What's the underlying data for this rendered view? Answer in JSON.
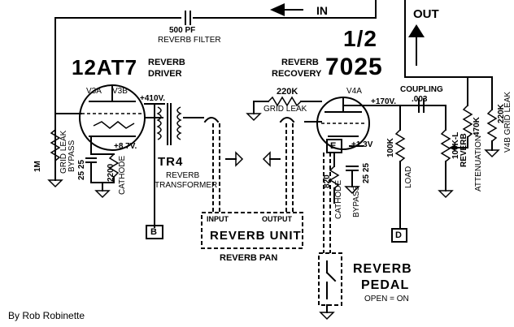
{
  "labels": {
    "in": "IN",
    "out": "OUT",
    "reverb_filter_value": "500 PF",
    "reverb_filter": "REVERB FILTER",
    "tube_12at7": "12AT7",
    "reverb_driver_1": "REVERB",
    "reverb_driver_2": "DRIVER",
    "half": "1/2",
    "tube_7025": "7025",
    "reverb_recovery_1": "REVERB",
    "reverb_recovery_2": "RECOVERY",
    "v3a": "V3A",
    "v3b": "V3B",
    "v4a": "V4A",
    "plus410": "+410V.",
    "plus170": "+170V.",
    "plus87": "+8.7V.",
    "plus13": "+1.3V",
    "res_1m": "1M",
    "grid_leak": "GRID LEAK",
    "cap_25_25": "25 25",
    "bypass": "BYPASS",
    "res_2200": "2200",
    "cathode": "CATHODE",
    "tr4": "TR4",
    "reverb_transformer_1": "REVERB",
    "reverb_transformer_2": "TRANSFORMER",
    "node_b": "B",
    "res_220k": "220K",
    "grid_leak_2": "GRID LEAK",
    "node_e": "E",
    "res_820": "820",
    "cathode_2": "CATHODE",
    "cap_25_25_2": "25 25",
    "bypass_2": "BYPASS",
    "res_100k": "100K",
    "load": "LOAD",
    "node_d": "D",
    "coupling": "COUPLING",
    "cap_003": ".003",
    "pot_100kl": "100K-L",
    "reverb_pot": "REVERB",
    "res_470k": "470K",
    "attenuation": "ATTENUATION",
    "res_220k_2": "220K",
    "v4b_grid_leak": "V4B GRID LEAK",
    "input": "INPUT",
    "output": "OUTPUT",
    "reverb_unit": "REVERB UNIT",
    "reverb_pan": "REVERB PAN",
    "reverb_pedal_1": "REVERB",
    "reverb_pedal_2": "PEDAL",
    "open_on": "OPEN = ON",
    "credit": "By Rob Robinette"
  }
}
